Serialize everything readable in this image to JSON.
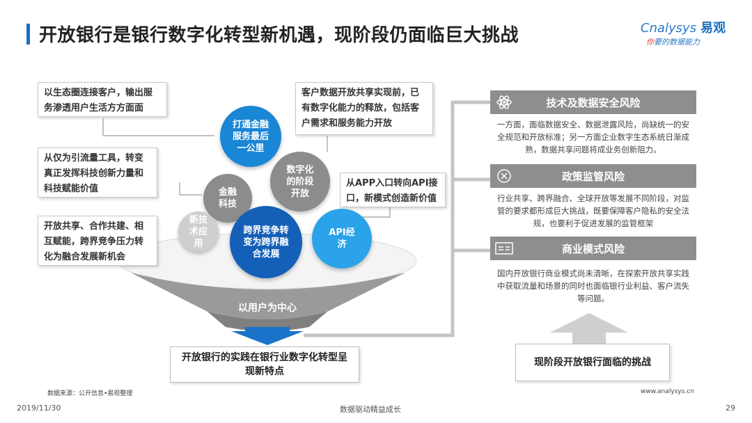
{
  "title": "开放银行是银行数字化转型新机遇，现阶段仍面临巨大挑战",
  "logo": {
    "brand_en": "nalysys",
    "brand_prefix": "C",
    "brand_cn": "易观",
    "tagline_red": "你",
    "tagline_rest": "要的数据能力"
  },
  "callouts": {
    "ecosystem": "以生态圈连接客户，输出服务渗透用户生活方方面面",
    "tech": "从仅为引流量工具，转变真正发挥科技创新力量和科技赋能价值",
    "cooperation": "开放共享、合作共建、相互赋能，跨界竞争压力转化为融合发展新机会",
    "data": "客户数据开放共享实现前，已有数字化能力的释放，包括客户需求和服务能力开放",
    "api": "从APP入口转向API接口，新模式创造新价值"
  },
  "circles": {
    "last_mile": "打通金融服务最后一公里",
    "fintech": "金融科技",
    "new_tech": "新技术应用",
    "digital": "数字化的阶段开放",
    "crossover": "跨界竞争转变为跨界融合发展",
    "api": "API经济"
  },
  "funnel_label": "以用户为中心",
  "result_box": "开放银行的实践在银行业数字化转型呈现新特点",
  "challenge_box": "现阶段开放银行面临的挑战",
  "risks": [
    {
      "icon": "atom-icon",
      "title": "技术及数据安全风险",
      "text": "一方面，面临数据安全、数据泄露风险，尚缺统一的安全规范和开放标准；另一方面企业数字生态系统日渐成熟，数据共享问题将成业务创新阻力。"
    },
    {
      "icon": "policy-icon",
      "title": "政策监管风险",
      "text": "行业共享、跨界融合、全球开放等发展不同阶段，对监管的要求都形成巨大挑战，既要保障客户隐私的安全法规，也要利于促进发展的监管框架"
    },
    {
      "icon": "card-icon",
      "title": "商业模式风险",
      "text": "国内开放银行商业模式尚未清晰，在探索开放共享实践中获取流量和场景的同时也面临银行业利益、客户流失等问题。"
    }
  ],
  "footer": {
    "source": "数据来源：公开信息•易观整理",
    "url": "www.analysys.cn",
    "date": "2019/11/30",
    "slogan": "数据驱动精益成长",
    "page": "29"
  },
  "colors": {
    "accent": "#1a6fbf",
    "gray": "#8e8e8e",
    "sky": "#2aa3ea"
  }
}
